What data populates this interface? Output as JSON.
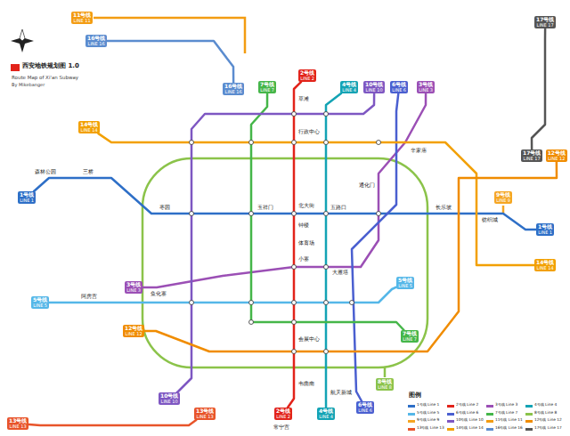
{
  "diagram": {
    "title": "西安地铁规划图 1.0",
    "nodes": [
      {
        "text": [
          "11号线",
          "LINE 11"
        ]
      },
      {
        "text": [
          "17号线",
          "LINE 17"
        ]
      },
      {
        "text": [
          "16号线",
          "LINE 16"
        ]
      },
      {
        "text": [
          "2号线",
          "LINE 2"
        ]
      },
      {
        "text": [
          "7号线",
          "LINE 7"
        ]
      },
      {
        "text": [
          "16号线",
          "LINE 16"
        ]
      },
      {
        "text": [
          "4号线",
          "LINE 4"
        ]
      },
      {
        "text": [
          "10号线",
          "LINE 10"
        ]
      },
      {
        "text": [
          "6号线",
          "LINE 6"
        ]
      },
      {
        "text": [
          "3号线",
          "LINE 3"
        ]
      },
      {
        "text": [
          "14号线",
          "LINE 14"
        ]
      },
      {
        "text": [
          "17号线",
          "LINE 17"
        ]
      },
      {
        "text": [
          "12号线",
          "LINE 12"
        ]
      },
      {
        "text": [
          "1号线",
          "LINE 1"
        ]
      },
      {
        "text": [
          "9号线",
          "LINE 9"
        ]
      },
      {
        "text": [
          "1号线",
          "LINE 1"
        ]
      },
      {
        "text": [
          "14号线",
          "LINE 14"
        ]
      },
      {
        "text": [
          "5号线",
          "LINE 5"
        ]
      },
      {
        "text": [
          "3号线",
          "LINE 3"
        ]
      },
      {
        "text": [
          "5号线",
          "LINE 5"
        ]
      },
      {
        "text": [
          "12号线",
          "LINE 12"
        ]
      },
      {
        "text": [
          "7号线",
          "LINE 7"
        ]
      },
      {
        "text": [
          "8号线",
          "LINE 8"
        ]
      },
      {
        "text": [
          "10号线",
          "LINE 10"
        ]
      },
      {
        "text": [
          "6号线",
          "LINE 6"
        ]
      },
      {
        "text": [
          "13号线",
          "LINE 13"
        ]
      },
      {
        "text": [
          "2号线",
          "LINE 2"
        ]
      },
      {
        "text": [
          "4号线",
          "LINE 4"
        ]
      },
      {
        "text": [
          "13号线",
          "LINE 13"
        ]
      }
    ],
    "edges": [
      {
        "from": 13,
        "to": 15,
        "arrow": "none"
      },
      {
        "from": 3,
        "to": 26,
        "arrow": "none"
      },
      {
        "from": 18,
        "to": 9,
        "arrow": "none"
      },
      {
        "from": 6,
        "to": 27,
        "arrow": "none"
      },
      {
        "from": 19,
        "to": 17,
        "arrow": "none"
      },
      {
        "from": 24,
        "to": 8,
        "arrow": "none"
      },
      {
        "from": 4,
        "to": 21,
        "arrow": "none"
      },
      {
        "from": 7,
        "to": 23,
        "arrow": "none"
      },
      {
        "from": 10,
        "to": 16,
        "arrow": "none"
      },
      {
        "from": 20,
        "to": 12,
        "arrow": "none"
      },
      {
        "from": 1,
        "to": 11,
        "arrow": "none"
      },
      {
        "from": 2,
        "to": 5,
        "arrow": "none"
      },
      {
        "from": 28,
        "to": 25,
        "arrow": "none"
      }
    ],
    "labels": [
      "Route Map of Xi'an Subway",
      "By Mikebanger",
      "图例",
      "森林公园",
      "三桥",
      "枣园",
      "玉祥门",
      "北大街",
      "五路口",
      "长乐坡",
      "纺织城",
      "草滩",
      "行政中心",
      "钟楼",
      "体育场",
      "小寨",
      "会展中心",
      "韦曲南",
      "常宁宫",
      "鱼化寨",
      "大雁塔",
      "通化门",
      "辛家庙",
      "航天新城",
      "阿房宫"
    ],
    "legend": [
      {
        "text": "1号线 Line 1",
        "color": "#2e6fc7"
      },
      {
        "text": "2号线 Line 2",
        "color": "#e2231a"
      },
      {
        "text": "3号线 Line 3",
        "color": "#9b4fb5"
      },
      {
        "text": "4号线 Line 4",
        "color": "#13a3b4"
      },
      {
        "text": "5号线 Line 5",
        "color": "#55b7e8"
      },
      {
        "text": "6号线 Line 6",
        "color": "#4a5fd0"
      },
      {
        "text": "7号线 Line 7",
        "color": "#45b649"
      },
      {
        "text": "8号线 Line 8",
        "color": "#8bc34a"
      },
      {
        "text": "9号线 Line 9",
        "color": "#f5a623"
      },
      {
        "text": "10号线 Line 10",
        "color": "#7e57c2"
      },
      {
        "text": "11号线 Line 11",
        "color": "#f39c12"
      },
      {
        "text": "12号线 Line 12",
        "color": "#f08c00"
      },
      {
        "text": "13号线 Line 13",
        "color": "#e8542a"
      },
      {
        "text": "14号线 Line 14",
        "color": "#f2a000"
      },
      {
        "text": "16号线 Line 16",
        "color": "#5b8ccf"
      },
      {
        "text": "17号线 Line 17",
        "color": "#555555"
      }
    ]
  }
}
